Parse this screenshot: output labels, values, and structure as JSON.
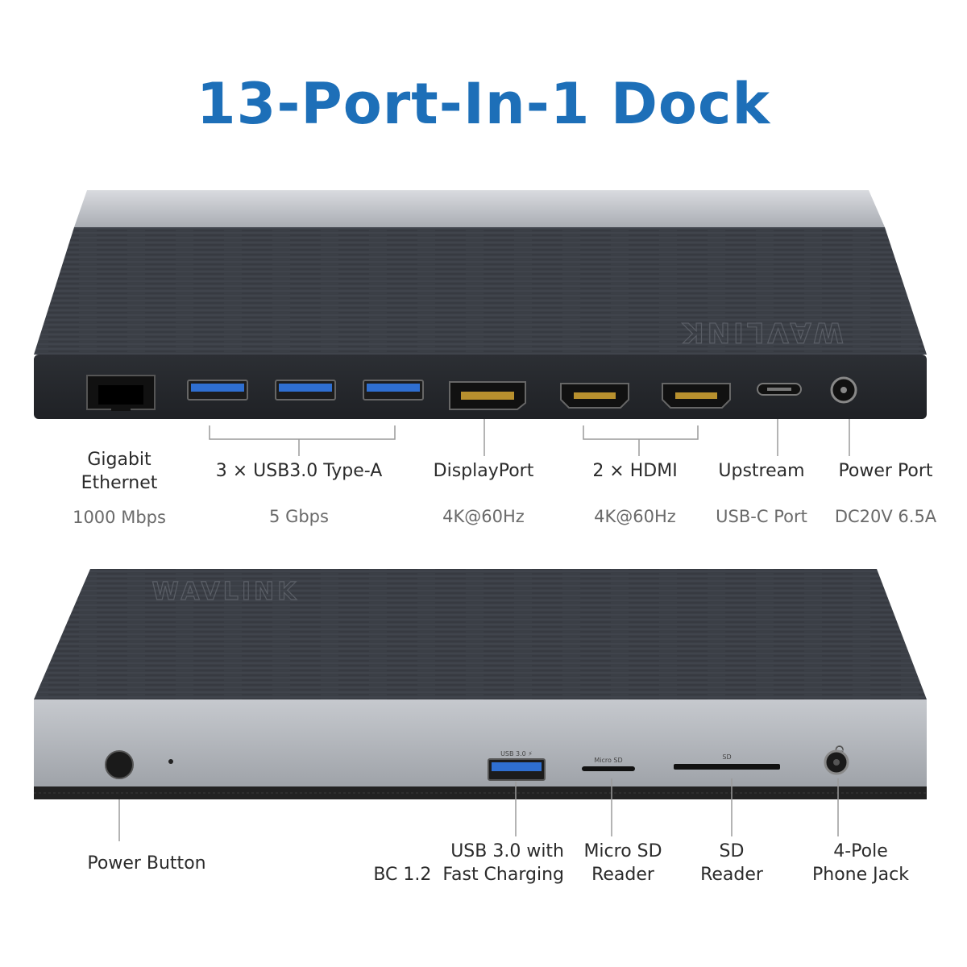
{
  "title": "13-Port-In-1 Dock",
  "brand": {
    "top_logo_text": "WAVLINK",
    "bottom_logo_text": "WAVLINK"
  },
  "back_panel": {
    "ports": [
      {
        "name": "Gigabit\nEthernet",
        "spec": "1000 Mbps"
      },
      {
        "name": "3 × USB3.0 Type-A",
        "spec": "5 Gbps"
      },
      {
        "name": "DisplayPort",
        "spec": "4K@60Hz"
      },
      {
        "name": "2 × HDMI",
        "spec": "4K@60Hz"
      },
      {
        "name": "Upstream",
        "spec": "USB-C Port"
      },
      {
        "name": "Power Port",
        "spec": "DC20V 6.5A"
      }
    ]
  },
  "front_panel": {
    "port_markings": {
      "usb": "USB 3.0 ⚡",
      "micro_sd": "Micro SD",
      "sd": "SD",
      "headset": "🎧"
    },
    "ports": [
      {
        "name": "Power Button"
      },
      {
        "name": "USB 3.0 with\nBC 1.2  Fast Charging"
      },
      {
        "name": "Micro SD\nReader"
      },
      {
        "name": "SD\nReader"
      },
      {
        "name": "4-Pole\nPhone Jack"
      }
    ]
  },
  "colors": {
    "title": "#1d6fb8",
    "usb_blue": "#2f6fd0",
    "dock_dark": "#3a3e45",
    "dock_silver": "#c9ccd1"
  }
}
